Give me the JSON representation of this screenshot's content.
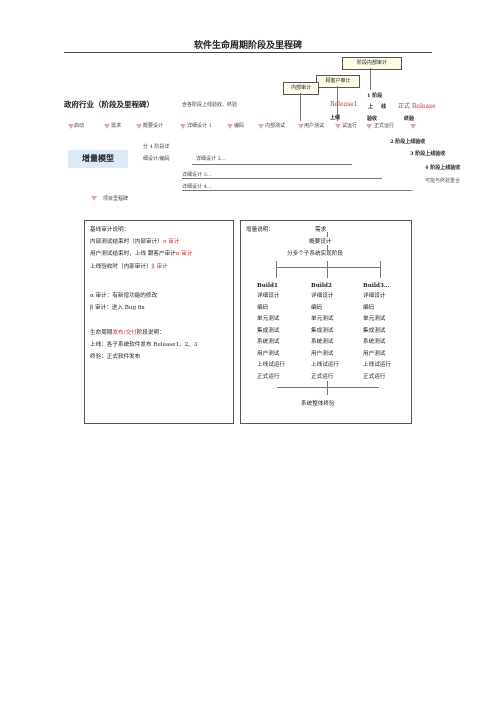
{
  "title": "软件生命周期阶段及里程碑",
  "audits": {
    "stage_audit": "阶段内部审计",
    "customer_audit": "顾客户审计",
    "internal_audit": "内部审计"
  },
  "milestones": {
    "gov": "政府行业（阶段及里程碑）",
    "gov_note": "含各阶段上线验收、终验",
    "stage1": "1 阶段",
    "release1": "Release1",
    "shang": "上",
    "xian": "线",
    "shangxian": "上线",
    "yanshou": "验收",
    "zhengshi_release": "正式 Release",
    "zhongyan": "终验",
    "stage2": "2 阶段上线验收",
    "stage3": "3 阶段上线验收",
    "stage4": "4 阶段上线验收",
    "may_combine": "可能与终验重合"
  },
  "stages": [
    "启动",
    "需求",
    "概要设计",
    "详细设计 1",
    "编码",
    "内部测试",
    "用户测试",
    "试运行",
    "正式运行"
  ],
  "incremental": {
    "label": "增量模型",
    "split": "分 4 阶段详",
    "design_code": "细设计/编码",
    "d2": "详细设计 2…",
    "d3": "详细设计 3…",
    "d4": "详细设计 4…"
  },
  "legend": "项目里程碑",
  "left_box": {
    "heading": "基线审计说明：",
    "l1a": "内部测试结束时（内部审计）",
    "l1b": "α 审计",
    "l2a": "用户测试结束时，上线 跟客户审计",
    "l2b": "α 审计",
    "l3a": "上线验收时（内部审计）",
    "l3b": "β 审计",
    "alpha": "α 审计：有新增功能的修改",
    "beta": "β 审计：进入 Bug fix",
    "sdlc_a": "生命周期",
    "sdlc_b": "发布/交付",
    "sdlc_c": "阶段说明：",
    "online": "上线：各子系统软件发布 Release1、2、3",
    "final": "终验：正式软件发布"
  },
  "right_box": {
    "heading": "增量说明：",
    "req": "需求",
    "outline": "概要设计",
    "split": "分多个子系统实现阶段",
    "builds": [
      "Build1",
      "Build2",
      "Build3…"
    ],
    "rows": [
      [
        "详细设计",
        "详细设计",
        "详细设计"
      ],
      [
        "编码",
        "编码",
        "编码"
      ],
      [
        "单元测试",
        "单元测试",
        "单元测试"
      ],
      [
        "集成测试",
        "集成测试",
        "集成测试"
      ],
      [
        "系统测试",
        "系统测试",
        "系统测试"
      ],
      [
        "用户测试",
        "用户测试",
        "用户测试"
      ],
      [
        "上线试运行",
        "上线试运行",
        "上线试运行"
      ],
      [
        "正式运行",
        "正式运行",
        "正式运行"
      ]
    ],
    "final": "系统整体终验"
  },
  "colors": {
    "red": "#d23030",
    "incr_bg": "#dce9f7",
    "tri": "#d9a8c8",
    "audit_bg": "#fffbe8"
  }
}
